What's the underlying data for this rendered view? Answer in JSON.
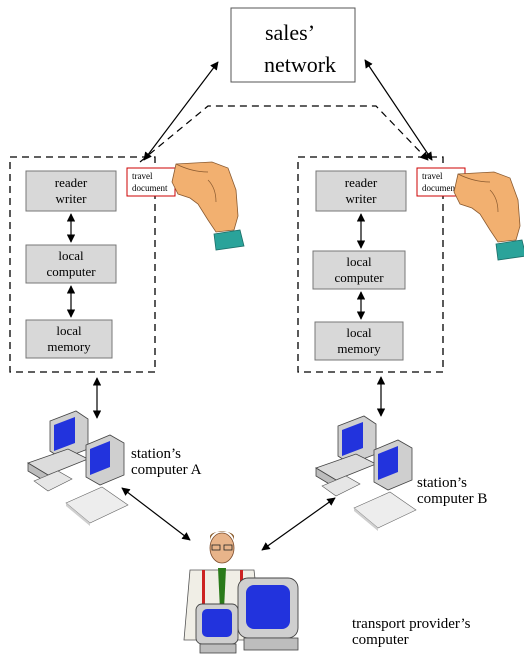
{
  "sales_network": {
    "line1": "sales’",
    "line2": "network"
  },
  "station_a": {
    "reader": {
      "line1": "reader",
      "line2": "writer"
    },
    "computer": {
      "line1": "local",
      "line2": "computer"
    },
    "memory": {
      "line1": "local",
      "line2": "memory"
    },
    "document": {
      "line1": "travel",
      "line2": "document"
    },
    "caption": {
      "line1": "station’s",
      "line2": "computer A"
    }
  },
  "station_b": {
    "reader": {
      "line1": "reader",
      "line2": "writer"
    },
    "computer": {
      "line1": "local",
      "line2": "computer"
    },
    "memory": {
      "line1": "local",
      "line2": "memory"
    },
    "document": {
      "line1": "travel",
      "line2": "document"
    },
    "caption": {
      "line1": "station’s",
      "line2": "computer B"
    }
  },
  "provider": {
    "line1": "transport provider’s",
    "line2": "computer"
  },
  "colors": {
    "box_fill": "#d8d8d8",
    "screen": "#2233dd",
    "document_border": "#cc0000",
    "hand": "#f2b070",
    "cuff": "#2aa39a"
  }
}
